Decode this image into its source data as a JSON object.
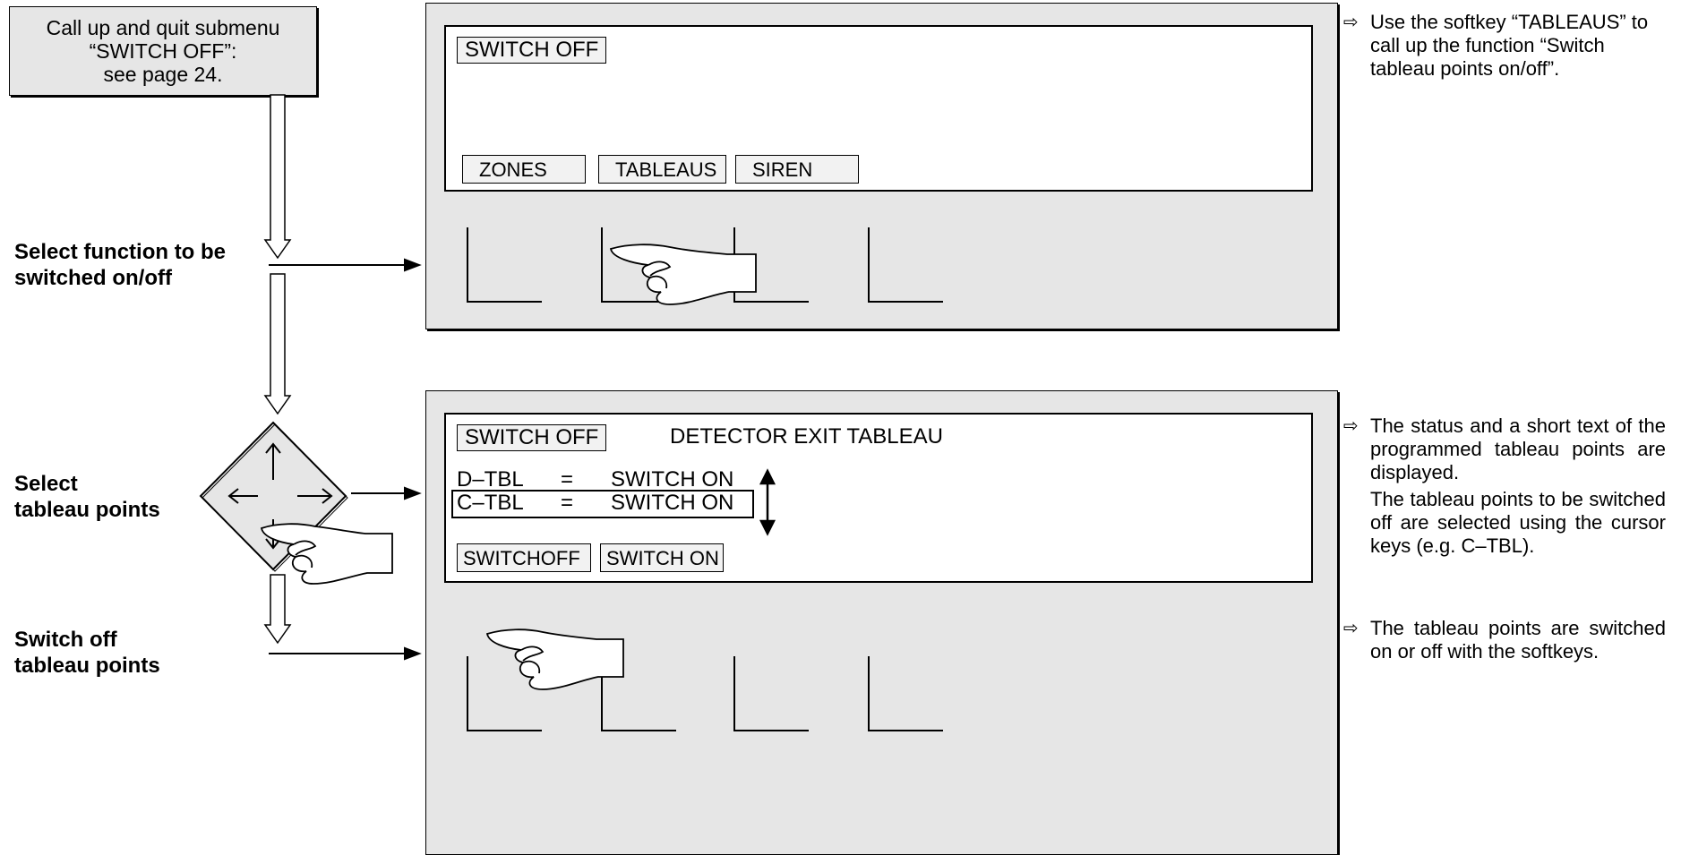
{
  "callup_box": {
    "line1": "Call up and quit submenu",
    "line2": "“SWITCH OFF”:",
    "line3": "see page 24."
  },
  "steps": {
    "select_function": [
      "Select function to be",
      "switched on/off"
    ],
    "select_points": [
      "Select",
      "tableau points"
    ],
    "switch_off_points": [
      "Switch off",
      "tableau points"
    ]
  },
  "panel_top": {
    "menu_title": "SWITCH OFF",
    "softkeys": [
      "ZONES",
      "TABLEAUS",
      "SIREN"
    ]
  },
  "panel_bottom": {
    "menu_title": "SWITCH OFF",
    "heading": "DETECTOR EXIT TABLEAU",
    "rows": [
      {
        "name": "D–TBL",
        "eq": "=",
        "value": "SWITCH ON"
      },
      {
        "name": "C–TBL",
        "eq": "=",
        "value": "SWITCH ON"
      }
    ],
    "softkeys": [
      "SWITCHOFF",
      "SWITCH ON"
    ]
  },
  "notes": {
    "top": "Use the softkey “TABLEAUS” to call up the function “Switch tableau points on/off”.",
    "bottom_1a": "The status and a short text of the programmed tableau points are displayed.",
    "bottom_1b": "The tableau points to be switched off are selected using the cursor keys (e.g. C–TBL).",
    "bottom_2": "The tableau points are switched on or off with the softkeys.",
    "arrow_glyph": "⇨"
  },
  "icons": [
    "pointing-hand-icon",
    "cursor-keypad-icon",
    "flow-down-arrow-icon",
    "right-arrow-icon",
    "up-down-arrow-icon"
  ],
  "colors": {
    "panel_grey": "#e6e6e6",
    "label_grey": "#f2f2f2",
    "ink": "#000000"
  }
}
